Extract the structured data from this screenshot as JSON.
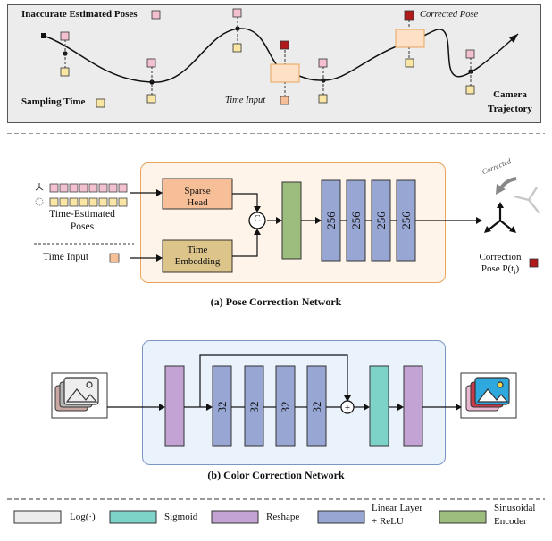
{
  "trajectory": {
    "inaccurate_label": "Inaccurate Estimated Poses",
    "corrected_label": "Corrected Pose",
    "sampling_label": "Sampling Time",
    "time_input_label": "Time Input",
    "camera_label_1": "Camera",
    "camera_label_2": "Trajectory"
  },
  "pose_net": {
    "time_estimated_label_1": "Time-Estimated",
    "time_estimated_label_2": "Poses",
    "time_input_label": "Time Input",
    "sparse_head_1": "Sparse",
    "sparse_head_2": "Head",
    "concat_symbol": "C",
    "time_embedding_1": "Time",
    "time_embedding_2": "Embedding",
    "layers": [
      "256",
      "256",
      "256",
      "256"
    ],
    "corrected_label": "Corrected",
    "correction_label_1": "Correction",
    "correction_label_2": "Pose P(t",
    "correction_sub": "i",
    "correction_end": ")",
    "caption": "(a) Pose Correction Network"
  },
  "color_net": {
    "layers": [
      "32",
      "32",
      "32",
      "32"
    ],
    "plus_symbol": "+",
    "caption": "(b) Color Correction Network"
  },
  "legend": {
    "items": [
      {
        "label": "Log(·)",
        "color": "#ececec"
      },
      {
        "label": "Sigmoid",
        "color": "#7ed3c9"
      },
      {
        "label": "Reshape",
        "color": "#c3a3d3"
      },
      {
        "label_1": "Linear Layer",
        "label_2": "+ ReLU",
        "color": "#98a6d4"
      },
      {
        "label_1": "Sinusoidal",
        "label_2": "Encoder",
        "color": "#9cbd7e"
      }
    ]
  },
  "colors": {
    "pink_pose": "#f2c0cf",
    "yellow_time": "#f9e6a4",
    "dark_red": "#b11a1a",
    "orange_box": "#fde0c6",
    "sparse_head": "#f6bf98",
    "time_embedding": "#dcc48a",
    "pose_panel_bg": "#fff4ea",
    "pose_panel_border": "#e9a35c",
    "color_panel_bg": "#eaf2fc",
    "color_panel_border": "#7996c4"
  }
}
